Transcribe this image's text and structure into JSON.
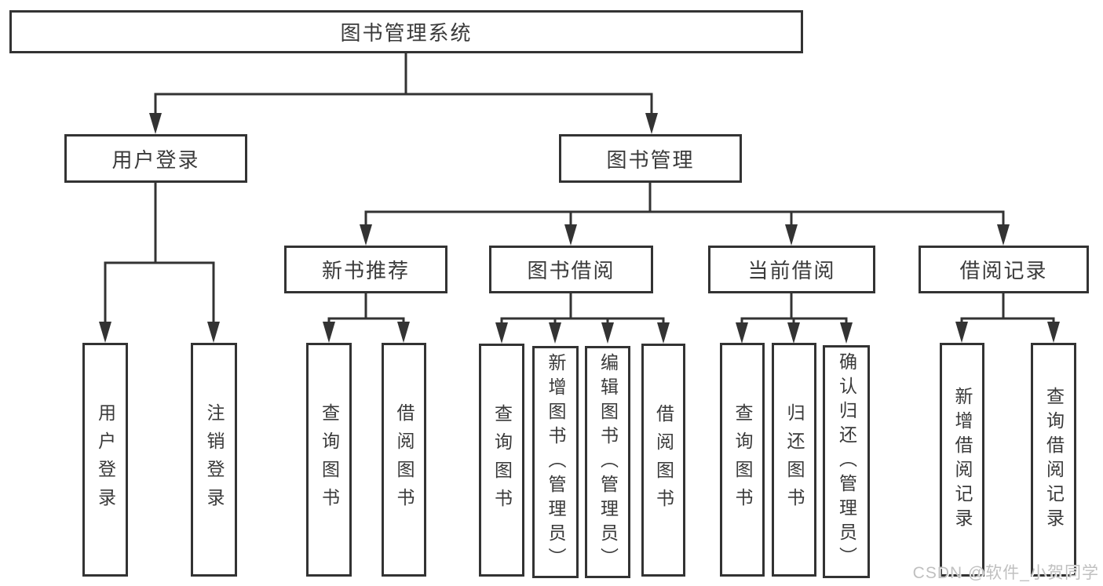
{
  "watermark": {
    "text": "CSDN @软件_小贺同学",
    "color": "#c0c0c0"
  },
  "diagram": {
    "title": "图书管理系统",
    "line_color": "#333333",
    "border_color": "#333333",
    "text_color": "#3a3a3a",
    "background": "#ffffff",
    "nodes": [
      {
        "id": "root",
        "label": "图书管理系统",
        "parent": null
      },
      {
        "id": "user-login",
        "label": "用户登录",
        "parent": "root"
      },
      {
        "id": "book-mgmt",
        "label": "图书管理",
        "parent": "root"
      },
      {
        "id": "new-book-rec",
        "label": "新书推荐",
        "parent": "book-mgmt"
      },
      {
        "id": "book-borrow",
        "label": "图书借阅",
        "parent": "book-mgmt"
      },
      {
        "id": "current-borrow",
        "label": "当前借阅",
        "parent": "book-mgmt"
      },
      {
        "id": "borrow-record",
        "label": "借阅记录",
        "parent": "book-mgmt"
      },
      {
        "id": "login-leaf",
        "label": "用户登录",
        "parent": "user-login"
      },
      {
        "id": "logout-leaf",
        "label": "注销登录",
        "parent": "user-login"
      },
      {
        "id": "rec-query-book",
        "label": "查询图书",
        "parent": "new-book-rec"
      },
      {
        "id": "rec-borrow-book",
        "label": "借阅图书",
        "parent": "new-book-rec"
      },
      {
        "id": "bb-query-book",
        "label": "查询图书",
        "parent": "book-borrow"
      },
      {
        "id": "bb-add-book",
        "label": "新增图书（管理员）",
        "parent": "book-borrow"
      },
      {
        "id": "bb-edit-book",
        "label": "编辑图书（管理员）",
        "parent": "book-borrow"
      },
      {
        "id": "bb-borrow-book",
        "label": "借阅图书",
        "parent": "book-borrow"
      },
      {
        "id": "cb-query-book",
        "label": "查询图书",
        "parent": "current-borrow"
      },
      {
        "id": "cb-return-book",
        "label": "归还图书",
        "parent": "current-borrow"
      },
      {
        "id": "cb-confirm-return",
        "label": "确认归还（管理员）",
        "parent": "current-borrow"
      },
      {
        "id": "br-add-record",
        "label": "新增借阅记录",
        "parent": "borrow-record"
      },
      {
        "id": "br-query-record",
        "label": "查询借阅记录",
        "parent": "borrow-record"
      }
    ]
  }
}
